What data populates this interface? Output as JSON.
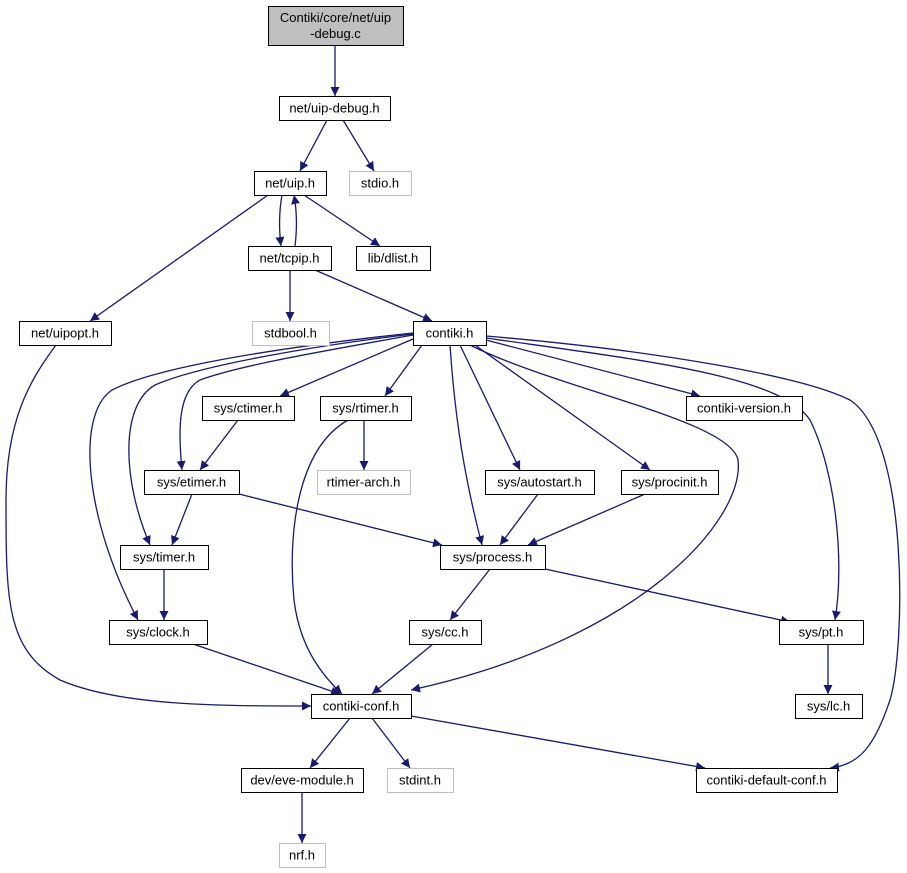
{
  "diagram": {
    "edge_color": "#191970",
    "root_fill": "#bfbfbf",
    "missing_border": "#bfbfbf",
    "nodes": [
      {
        "id": "root",
        "lines": [
          "Contiki/core/net/uip",
          "-debug.c"
        ],
        "style": "root"
      },
      {
        "id": "uipdebug",
        "lines": [
          "net/uip-debug.h"
        ],
        "style": "normal"
      },
      {
        "id": "uip",
        "lines": [
          "net/uip.h"
        ],
        "style": "normal"
      },
      {
        "id": "stdio",
        "lines": [
          "stdio.h"
        ],
        "style": "missing"
      },
      {
        "id": "tcpip",
        "lines": [
          "net/tcpip.h"
        ],
        "style": "normal"
      },
      {
        "id": "dlist",
        "lines": [
          "lib/dlist.h"
        ],
        "style": "normal"
      },
      {
        "id": "uipopt",
        "lines": [
          "net/uipopt.h"
        ],
        "style": "normal"
      },
      {
        "id": "stdbool",
        "lines": [
          "stdbool.h"
        ],
        "style": "missing"
      },
      {
        "id": "contiki",
        "lines": [
          "contiki.h"
        ],
        "style": "normal"
      },
      {
        "id": "ctimer",
        "lines": [
          "sys/ctimer.h"
        ],
        "style": "normal"
      },
      {
        "id": "rtimer",
        "lines": [
          "sys/rtimer.h"
        ],
        "style": "normal"
      },
      {
        "id": "version",
        "lines": [
          "contiki-version.h"
        ],
        "style": "normal"
      },
      {
        "id": "etimer",
        "lines": [
          "sys/etimer.h"
        ],
        "style": "normal"
      },
      {
        "id": "rtimerarch",
        "lines": [
          "rtimer-arch.h"
        ],
        "style": "missing"
      },
      {
        "id": "autostart",
        "lines": [
          "sys/autostart.h"
        ],
        "style": "normal"
      },
      {
        "id": "procinit",
        "lines": [
          "sys/procinit.h"
        ],
        "style": "normal"
      },
      {
        "id": "timer",
        "lines": [
          "sys/timer.h"
        ],
        "style": "normal"
      },
      {
        "id": "process",
        "lines": [
          "sys/process.h"
        ],
        "style": "normal"
      },
      {
        "id": "clock",
        "lines": [
          "sys/clock.h"
        ],
        "style": "normal"
      },
      {
        "id": "cc",
        "lines": [
          "sys/cc.h"
        ],
        "style": "normal"
      },
      {
        "id": "pt",
        "lines": [
          "sys/pt.h"
        ],
        "style": "normal"
      },
      {
        "id": "conf",
        "lines": [
          "contiki-conf.h"
        ],
        "style": "normal"
      },
      {
        "id": "lc",
        "lines": [
          "sys/lc.h"
        ],
        "style": "normal"
      },
      {
        "id": "eve",
        "lines": [
          "dev/eve-module.h"
        ],
        "style": "normal"
      },
      {
        "id": "stdint",
        "lines": [
          "stdint.h"
        ],
        "style": "missing"
      },
      {
        "id": "defconf",
        "lines": [
          "contiki-default-conf.h"
        ],
        "style": "normal"
      },
      {
        "id": "nrf",
        "lines": [
          "nrf.h"
        ],
        "style": "missing"
      }
    ],
    "edges": [
      {
        "from": "root",
        "to": "uipdebug"
      },
      {
        "from": "uipdebug",
        "to": "uip"
      },
      {
        "from": "uipdebug",
        "to": "stdio"
      },
      {
        "from": "uip",
        "to": "tcpip"
      },
      {
        "from": "uip",
        "to": "dlist"
      },
      {
        "from": "uip",
        "to": "uipopt"
      },
      {
        "from": "tcpip",
        "to": "uip"
      },
      {
        "from": "tcpip",
        "to": "stdbool"
      },
      {
        "from": "tcpip",
        "to": "contiki"
      },
      {
        "from": "uipopt",
        "to": "conf"
      },
      {
        "from": "contiki",
        "to": "ctimer"
      },
      {
        "from": "contiki",
        "to": "rtimer"
      },
      {
        "from": "contiki",
        "to": "version"
      },
      {
        "from": "contiki",
        "to": "etimer"
      },
      {
        "from": "contiki",
        "to": "timer"
      },
      {
        "from": "contiki",
        "to": "clock"
      },
      {
        "from": "contiki",
        "to": "process"
      },
      {
        "from": "contiki",
        "to": "autostart"
      },
      {
        "from": "contiki",
        "to": "procinit"
      },
      {
        "from": "contiki",
        "to": "conf"
      },
      {
        "from": "contiki",
        "to": "pt"
      },
      {
        "from": "contiki",
        "to": "defconf"
      },
      {
        "from": "ctimer",
        "to": "etimer"
      },
      {
        "from": "rtimer",
        "to": "rtimerarch"
      },
      {
        "from": "rtimer",
        "to": "conf"
      },
      {
        "from": "etimer",
        "to": "timer"
      },
      {
        "from": "etimer",
        "to": "process"
      },
      {
        "from": "autostart",
        "to": "process"
      },
      {
        "from": "procinit",
        "to": "process"
      },
      {
        "from": "timer",
        "to": "clock"
      },
      {
        "from": "process",
        "to": "cc"
      },
      {
        "from": "process",
        "to": "pt"
      },
      {
        "from": "clock",
        "to": "conf"
      },
      {
        "from": "cc",
        "to": "conf"
      },
      {
        "from": "pt",
        "to": "lc"
      },
      {
        "from": "conf",
        "to": "eve"
      },
      {
        "from": "conf",
        "to": "stdint"
      },
      {
        "from": "conf",
        "to": "defconf"
      },
      {
        "from": "eve",
        "to": "nrf"
      }
    ]
  }
}
